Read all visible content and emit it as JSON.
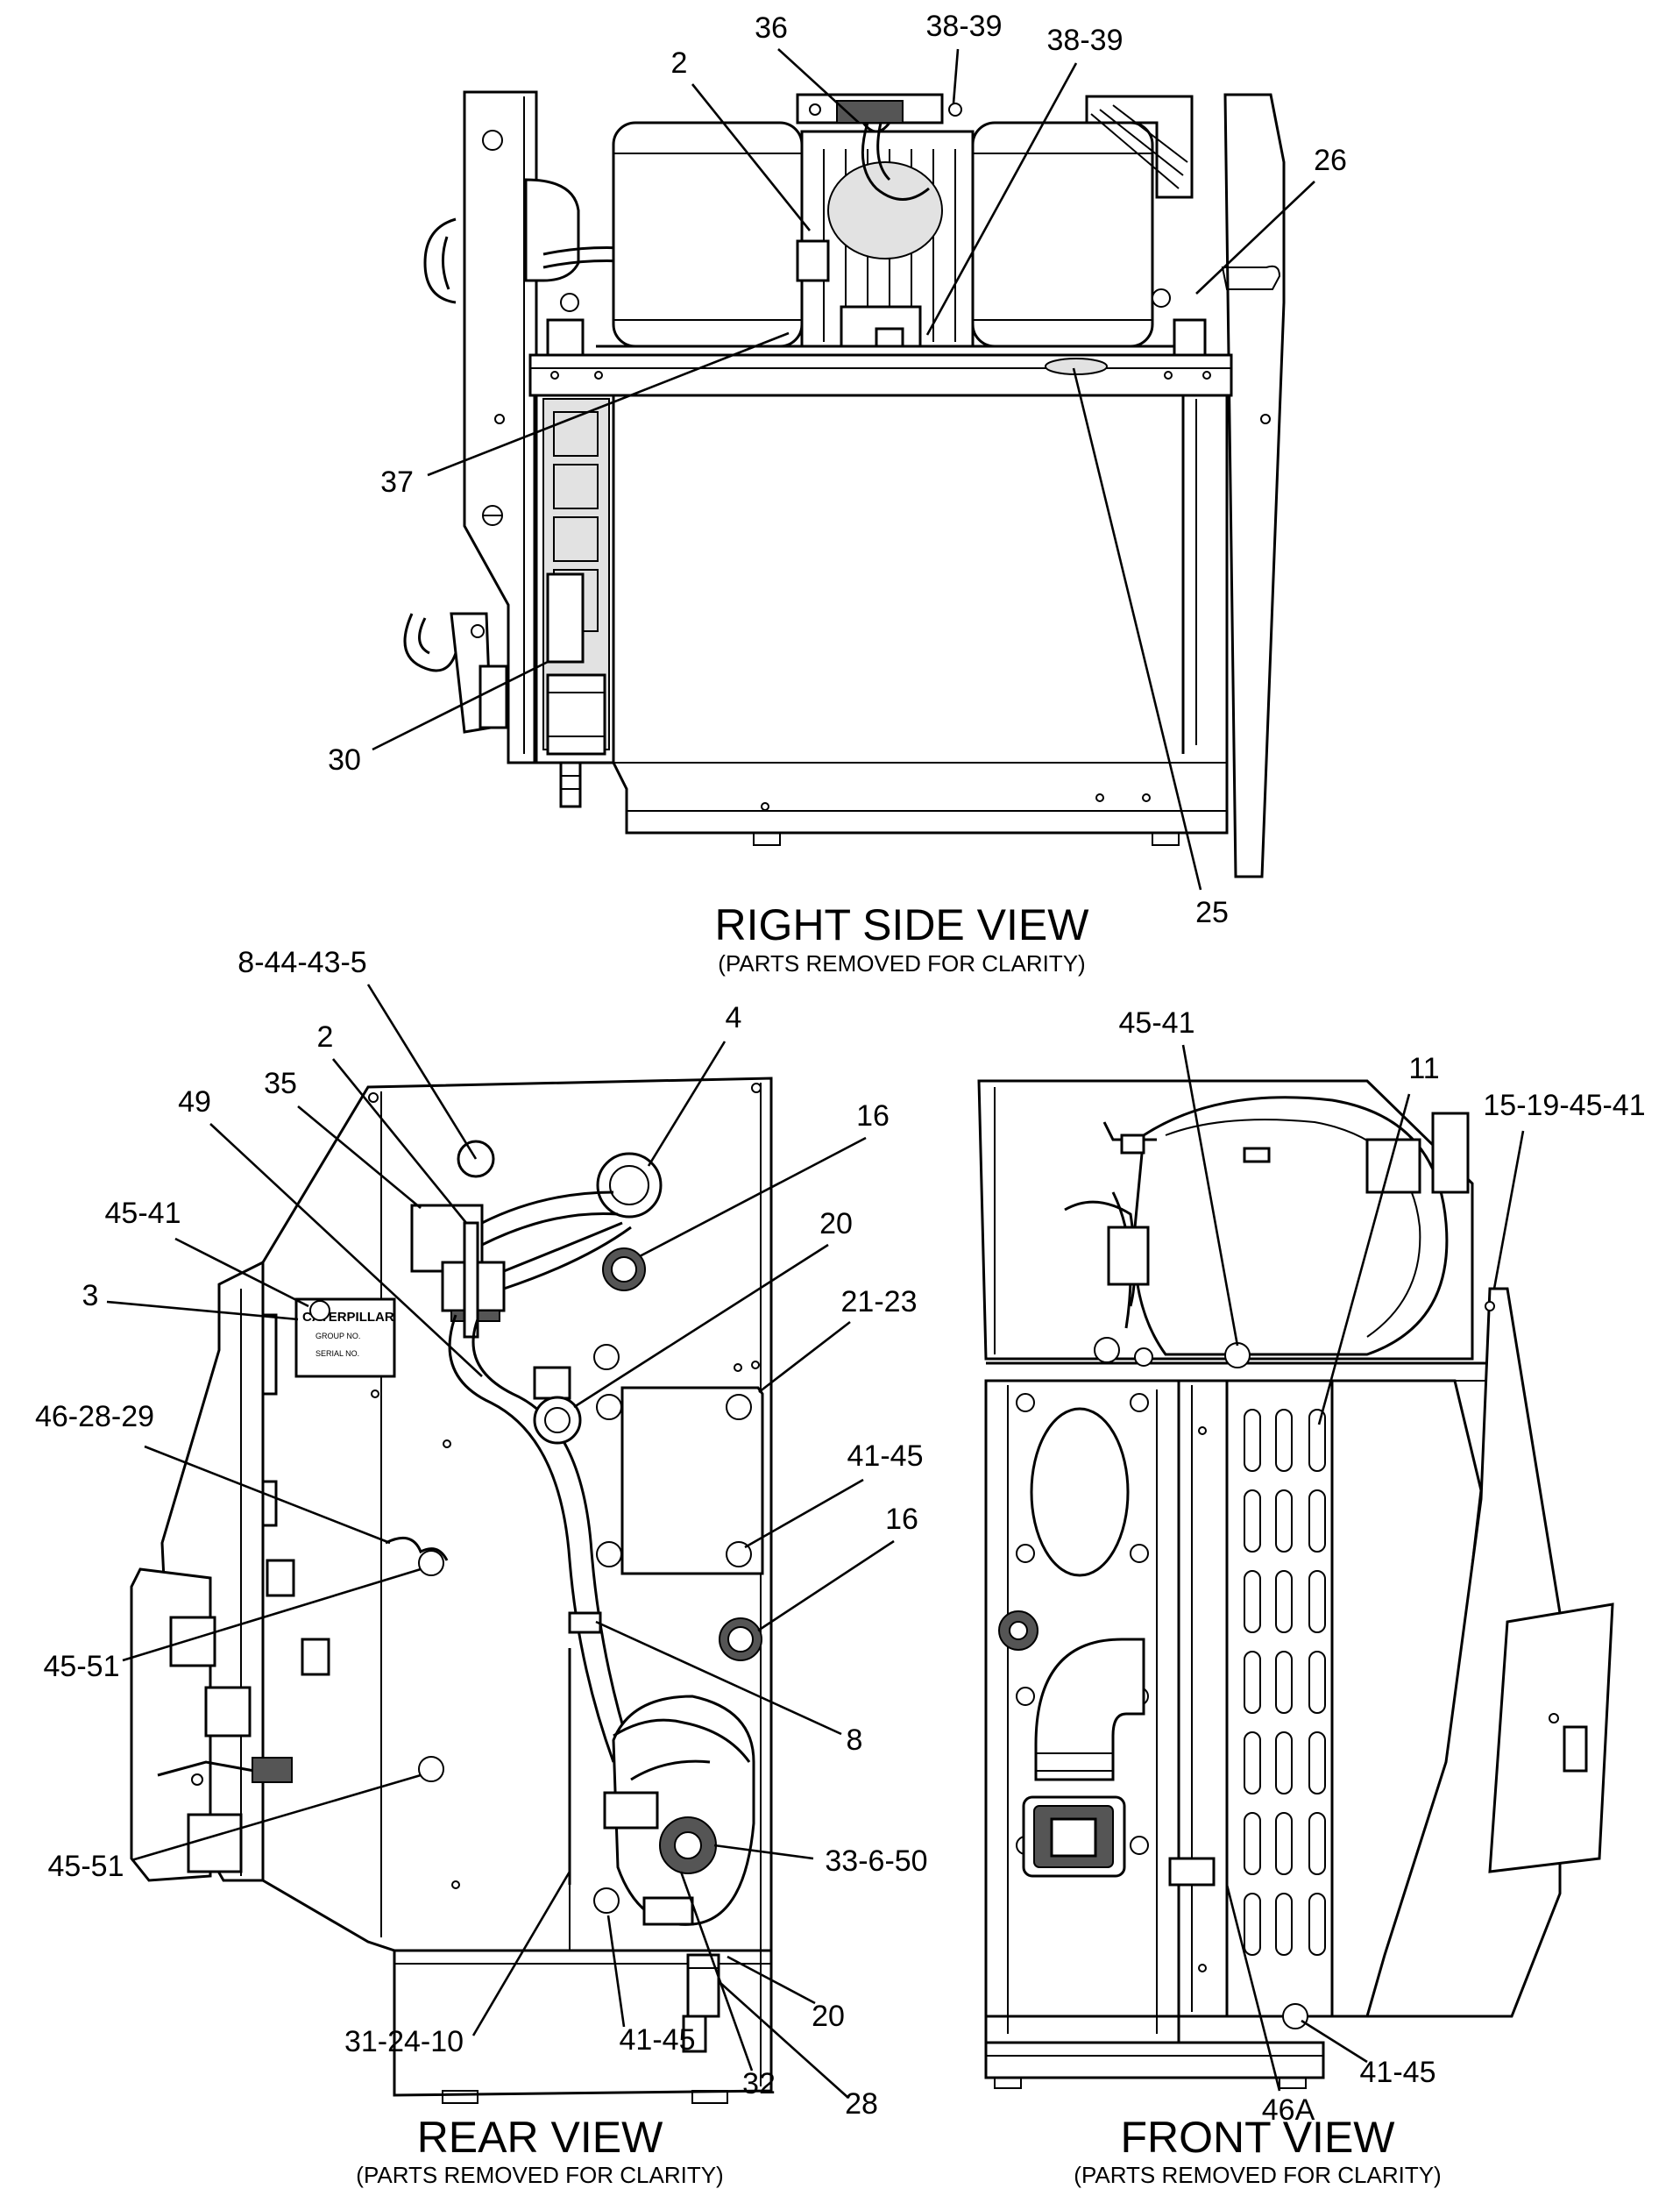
{
  "views": {
    "right": {
      "title": "RIGHT SIDE VIEW",
      "subtitle": "(PARTS REMOVED FOR CLARITY)",
      "callouts": [
        "36",
        "38-39",
        "38-39",
        "2",
        "26",
        "37",
        "30",
        "25"
      ]
    },
    "rear": {
      "title": "REAR VIEW",
      "subtitle": "(PARTS REMOVED FOR CLARITY)",
      "callouts": [
        "8-44-43-5",
        "2",
        "4",
        "35",
        "49",
        "16",
        "20",
        "45-41",
        "21-23",
        "3",
        "46-28-29",
        "41-45",
        "16",
        "45-51",
        "8",
        "33-6-50",
        "45-51",
        "20",
        "31-24-10",
        "41-45",
        "32",
        "28"
      ]
    },
    "front": {
      "title": "FRONT VIEW",
      "subtitle": "(PARTS REMOVED FOR CLARITY)",
      "callouts": [
        "45-41",
        "11",
        "15-19-45-41",
        "46A",
        "41-45"
      ]
    }
  },
  "plate": {
    "brand": "CATERPILLAR",
    "line1": "GROUP NO.",
    "line2": "SERIAL NO."
  }
}
